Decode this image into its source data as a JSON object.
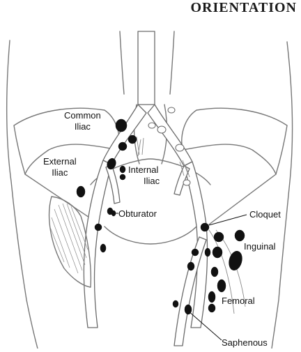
{
  "title": "ORIENTATION",
  "labels": {
    "common_iliac": [
      "Common",
      "Iliac"
    ],
    "external_iliac": [
      "External",
      "Iliac"
    ],
    "internal_iliac": [
      "Internal",
      "Iliac"
    ],
    "obturator": "Obturator",
    "cloquet": "Cloquet",
    "inguinal": "Inguinal",
    "femoral": "Femoral",
    "saphenous": "Saphenous"
  },
  "colors": {
    "outline": "#777777",
    "node": "#111111",
    "text": "#111111"
  }
}
